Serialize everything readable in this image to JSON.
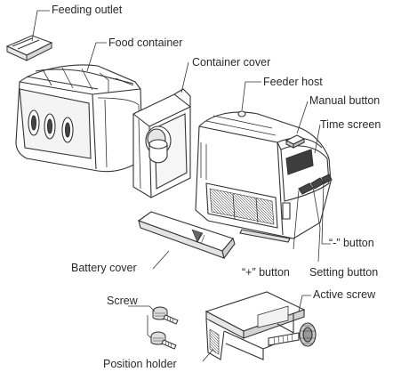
{
  "labels": {
    "feeding_outlet": "Feeding outlet",
    "food_container": "Food container",
    "container_cover": "Container cover",
    "feeder_host": "Feeder host",
    "manual_button": "Manual button",
    "time_screen": "Time screen",
    "minus_button": "“-” button",
    "plus_button": "“+” button",
    "setting_button": "Setting button",
    "battery_cover": "Battery cover",
    "screw": "Screw",
    "active_screw": "Active screw",
    "position_holder": "Position holder"
  },
  "colors": {
    "line": "#333333",
    "fill": "#ffffff",
    "shade": "#d9d9d9",
    "dark": "#4a4a4a"
  }
}
